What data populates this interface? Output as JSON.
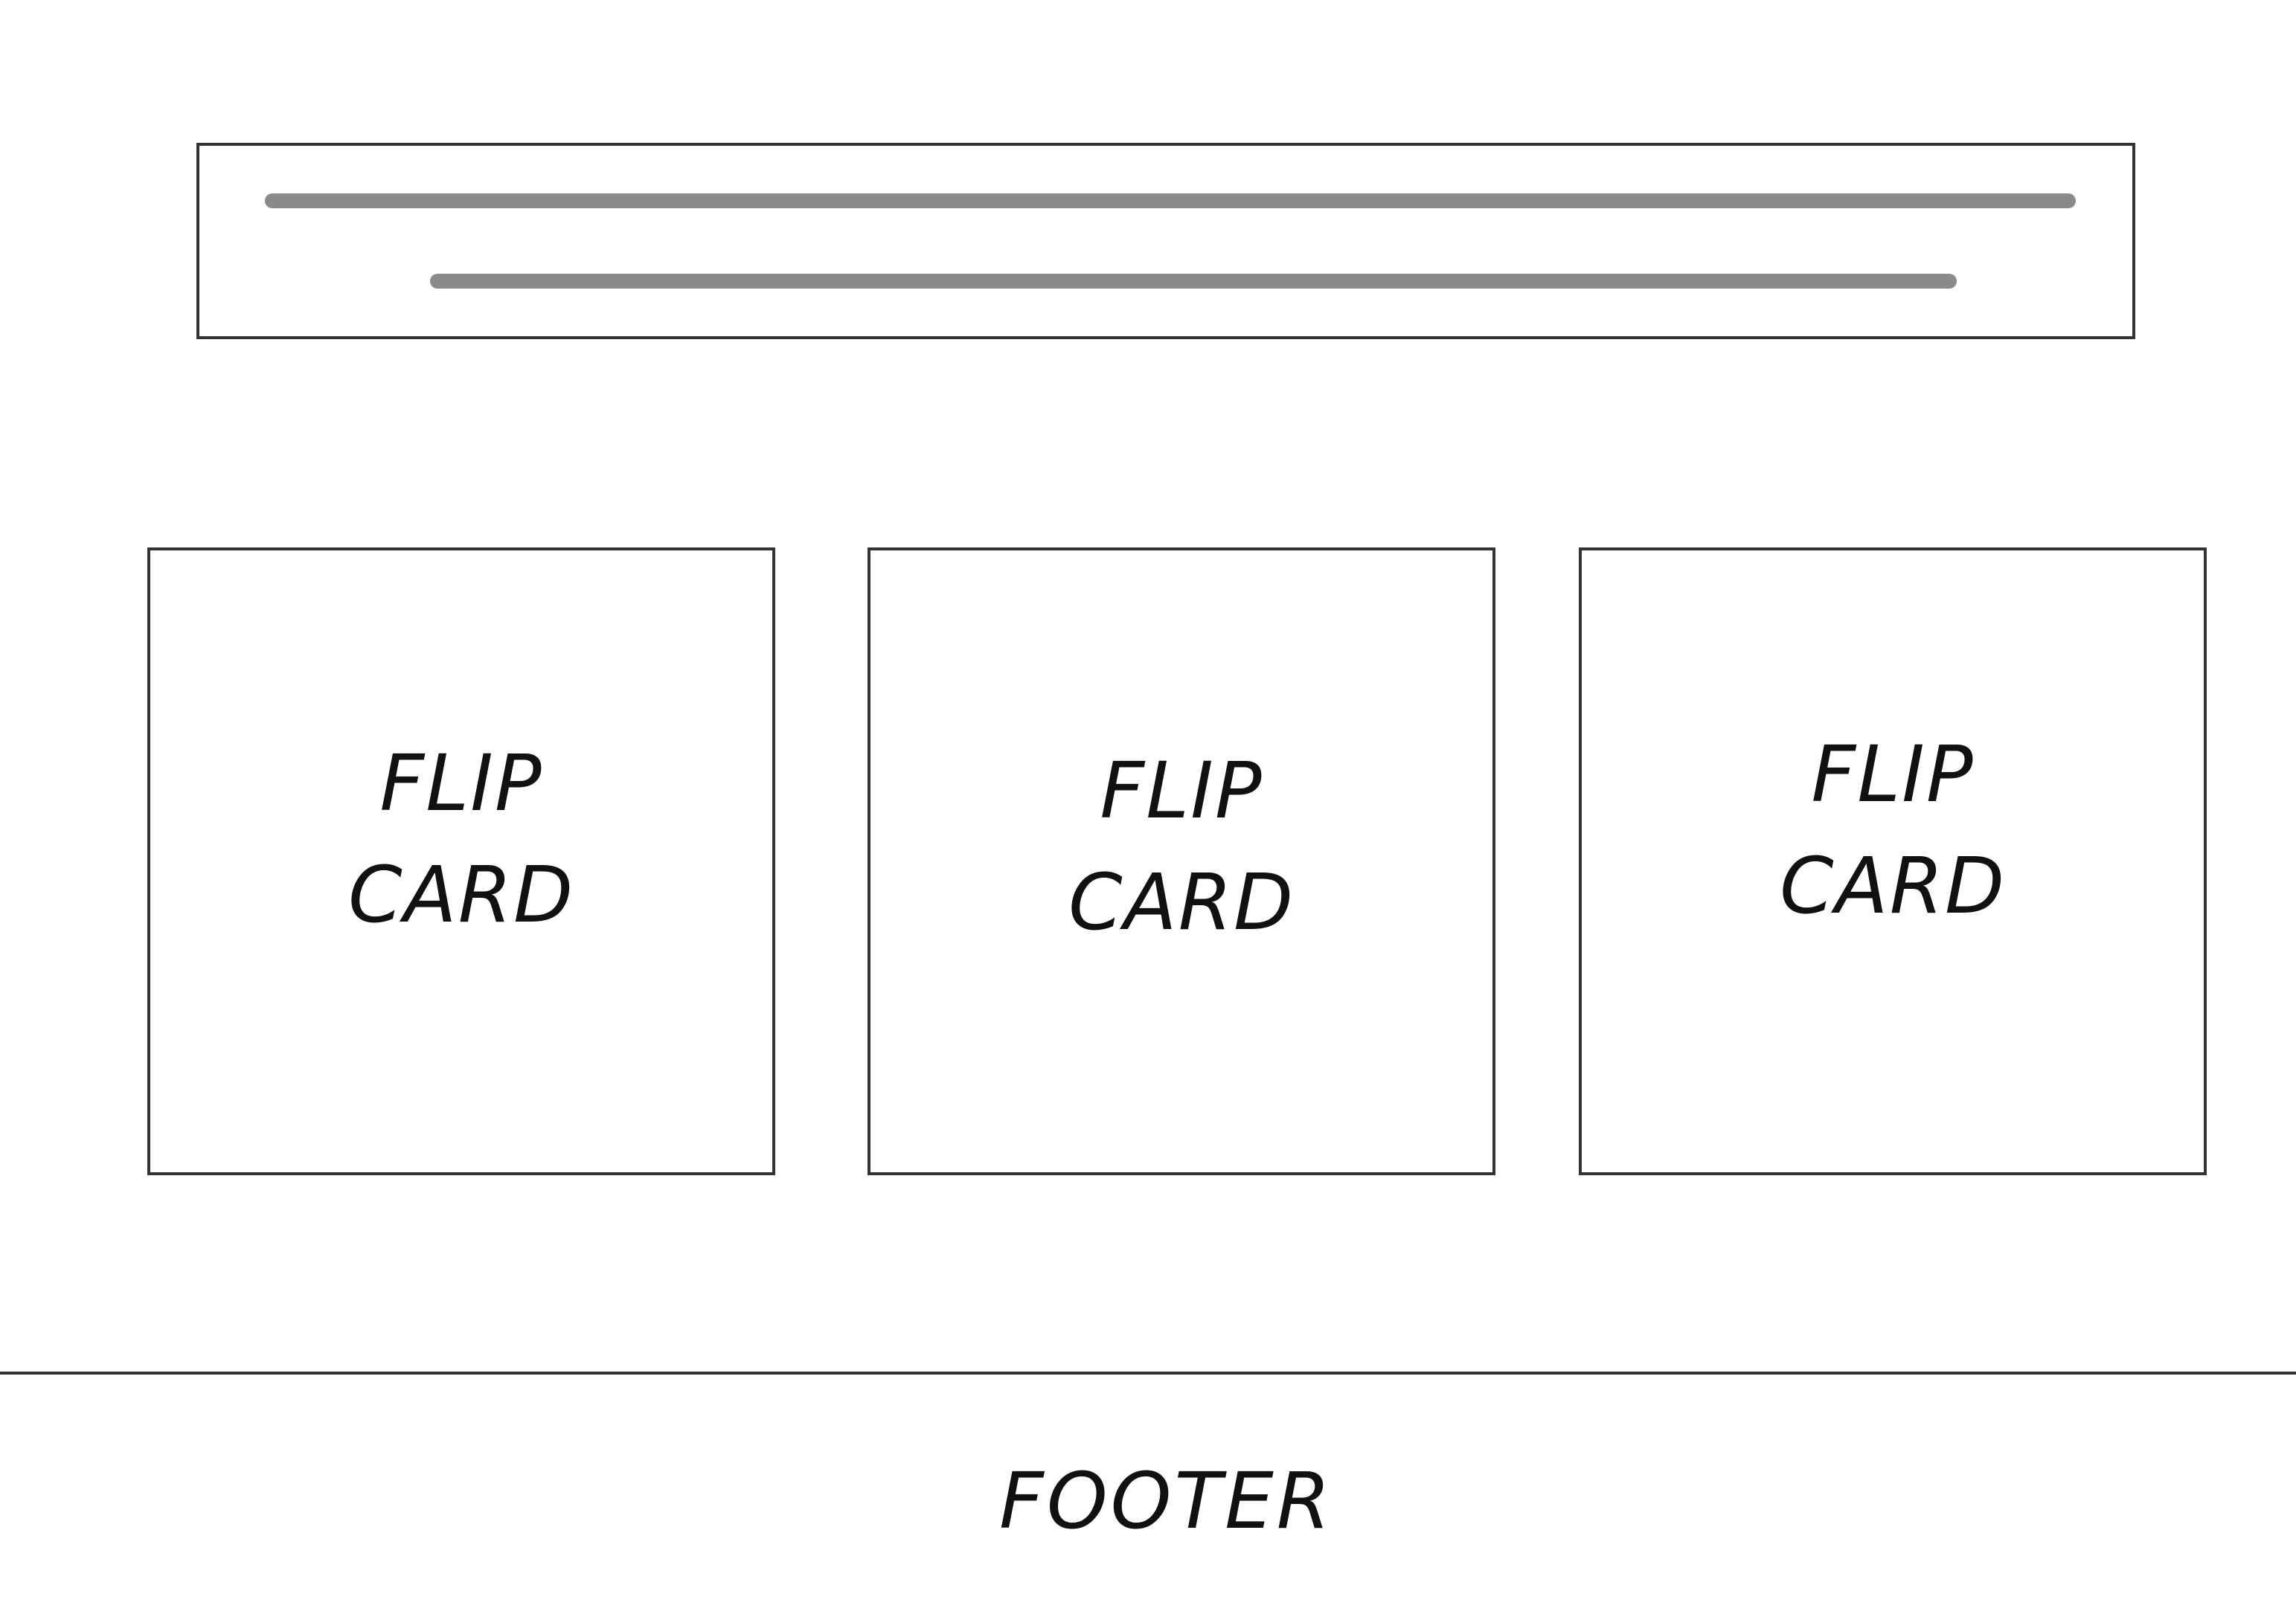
{
  "header": {
    "placeholder_lines": 2
  },
  "cards": [
    {
      "label": "FLIP CARD"
    },
    {
      "label": "FLIP CARD"
    },
    {
      "label": "FLIP CARD"
    }
  ],
  "footer": {
    "label": "FOOTER"
  },
  "colors": {
    "outline": "#333333",
    "placeholder_line": "#8a8a8a",
    "text": "#111111"
  }
}
